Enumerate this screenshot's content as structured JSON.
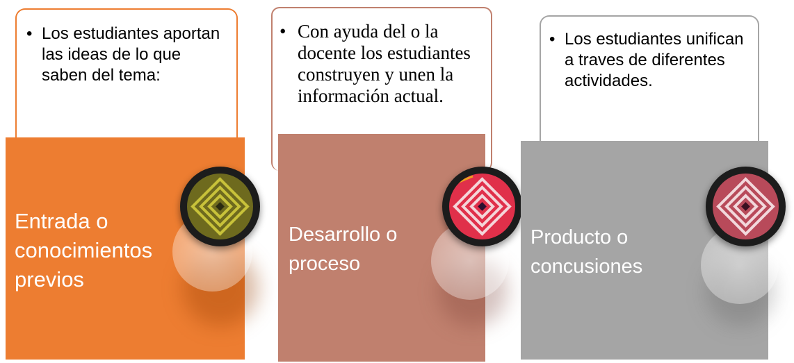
{
  "stages": [
    {
      "label": "Entrada o\nconocimientos\nprevios",
      "description": "Los estudiantes aportan las ideas de lo que saben del tema:",
      "color": "#ED7D31",
      "border_color": "#ED7D31",
      "pattern_color": "#C8C23A",
      "icon": "woven-textile-medallion-icon"
    },
    {
      "label": "Desarrollo  o\nproceso",
      "description": "Con ayuda del o la docente los estudiantes construyen y unen la información actual.",
      "color": "#C0806E",
      "border_color": "#C0806E",
      "pattern_color": "#E0304A",
      "icon": "woven-textile-medallion-icon"
    },
    {
      "label": "Producto o\nconcusiones",
      "description": "Los estudiantes unifican a traves de diferentes actividades.",
      "color": "#A5A5A5",
      "border_color": "#A5A5A5",
      "pattern_color": "#B84A5A",
      "icon": "woven-textile-medallion-icon"
    }
  ],
  "bullet": "•"
}
